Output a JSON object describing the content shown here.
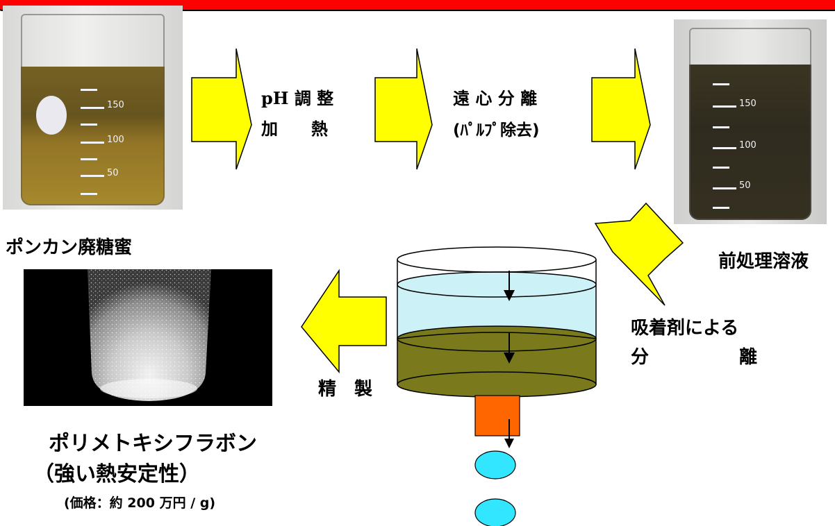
{
  "steps": {
    "ph_line1": "pH 調 整",
    "ph_line2": "加　　熱",
    "centrifuge_line1": "遠 心 分 離",
    "centrifuge_line2": "(ﾊﾟﾙﾌﾟ除去)",
    "adsorbent_line1": "吸着剤による",
    "adsorbent_line2": "分　　　　　離",
    "refine": "精　製"
  },
  "captions": {
    "molasses": "ポンカン廃糖蜜",
    "pretreated": "前処理溶液",
    "product_name": "ポリメトキシフラボン",
    "product_property": "（強い熱安定性）",
    "product_price": "(価格：約 200 万円 / g)"
  },
  "beaker_marks": [
    "150",
    "100",
    "50"
  ],
  "colors": {
    "arrow_fill": "#ffff00",
    "top_band": "#ff0000",
    "column_upper": "#ccf2f7",
    "column_lower": "#7a7a1c",
    "column_outlet": "#ff6600",
    "droplet": "#33e6ff"
  }
}
